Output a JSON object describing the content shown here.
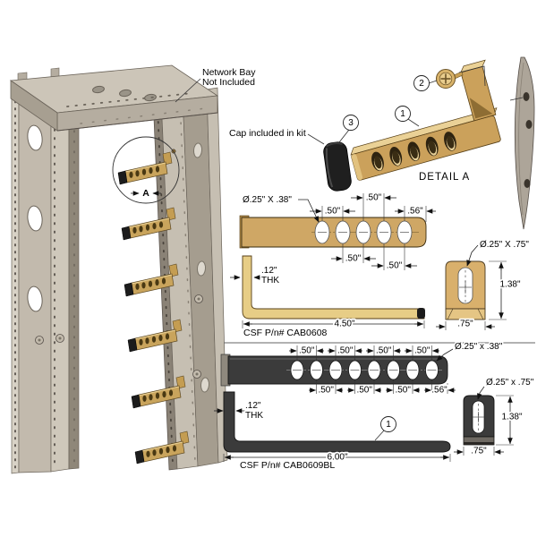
{
  "rack": {
    "note_line1": "Network Bay",
    "note_line2": "Not Included",
    "detail_marker": "A"
  },
  "detail_a": {
    "title": "DETAIL A",
    "cap_note": "Cap included in kit",
    "balloon_bracket": "1",
    "balloon_screw": "2",
    "balloon_cap": "3"
  },
  "cab0608": {
    "part_number": "CSF P/n# CAB0608",
    "slot_callout": "Ø.25\" X .38\"",
    "dim_top": [
      ".50\"",
      ".50\"",
      ".56\""
    ],
    "dim_bottom": [
      ".50\"",
      ".50\""
    ],
    "thickness": ".12\"",
    "thickness_label": "THK",
    "length": "4.50\"",
    "end_slot_callout": "Ø.25\" X .75\"",
    "end_height": "1.38\"",
    "end_width": ".75\""
  },
  "cab0609": {
    "part_number": "CSF P/n# CAB0609BL",
    "slot_callout": "Ø.25\" x .38\"",
    "dim_top": [
      ".50\"",
      ".50\"",
      ".50\"",
      ".50\""
    ],
    "dim_bottom": [
      ".50\"",
      ".50\"",
      ".50\"",
      ".56\""
    ],
    "thickness": ".12\"",
    "thickness_label": "THK",
    "length": "6.00\"",
    "balloon": "1",
    "end_slot_callout": "Ø.25\" x .75\"",
    "end_height": "1.38\"",
    "end_width": ".75\""
  },
  "colors": {
    "gold": "#C9A45C",
    "gold_light": "#EAD196",
    "gold_dark": "#8E6D33",
    "black_part": "#3B3B3B",
    "rack_light": "#CCC5B8",
    "rack_mid": "#C2BAAD",
    "rack_dark": "#9E968A",
    "line": "#222222"
  }
}
